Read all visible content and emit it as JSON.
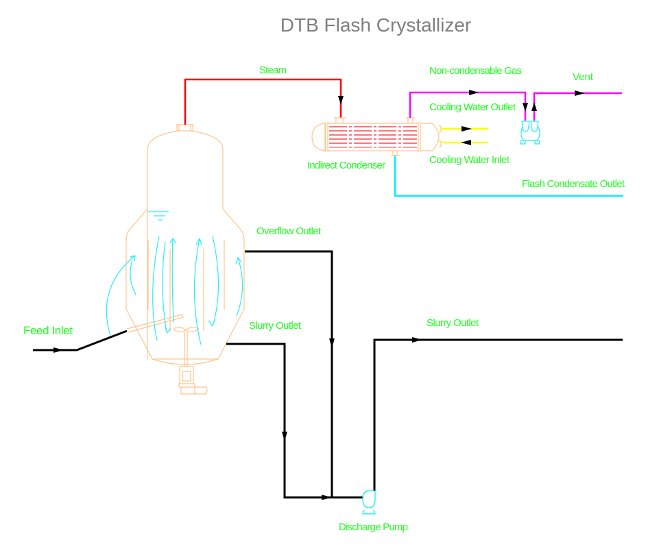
{
  "title": "DTB Flash Crystallizer",
  "labels": {
    "steam": "Steam",
    "non_condensable_gas": "Non-condensable Gas",
    "vent": "Vent",
    "cooling_water_outlet": "Cooling Water Outlet",
    "cooling_water_inlet": "Cooling Water Inlet",
    "indirect_condenser": "Indirect Condenser",
    "flash_condensate_outlet": "Flash Condensate Outlet",
    "overflow_outlet": "Overflow Outlet",
    "slurry_outlet_vessel": "Slurry Outlet",
    "slurry_outlet_product": "Slurry Outlet",
    "feed_inlet": "Feed  Inlet",
    "discharge_pump": "Discharge Pump"
  },
  "colors": {
    "label": "#1cff1c",
    "title": "#7f7f7f",
    "steam_line": "#ff0000",
    "gas_line": "#ff00ff",
    "condensate_line": "#00f0ff",
    "cooling_water_line": "#ffff00",
    "process_line": "#000000",
    "equipment": "#ffc48a",
    "internal_flow": "#22eeff"
  }
}
